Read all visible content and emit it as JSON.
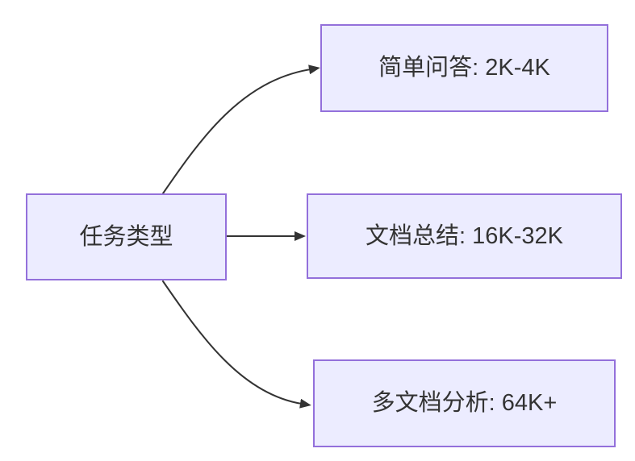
{
  "diagram": {
    "type": "flowchart-left-to-right",
    "background_color": "#ffffff",
    "node_fill_color": "#ECECFF",
    "node_border_color": "#9370DB",
    "edge_color": "#333333",
    "text_color": "#333333",
    "root": {
      "label": "任务类型"
    },
    "children": [
      {
        "label": "简单问答: 2K-4K"
      },
      {
        "label": "文档总结: 16K-32K"
      },
      {
        "label": "多文档分析: 64K+"
      }
    ],
    "edges": [
      {
        "from": "任务类型",
        "to": "简单问答: 2K-4K"
      },
      {
        "from": "任务类型",
        "to": "文档总结: 16K-32K"
      },
      {
        "from": "任务类型",
        "to": "多文档分析: 64K+"
      }
    ]
  }
}
